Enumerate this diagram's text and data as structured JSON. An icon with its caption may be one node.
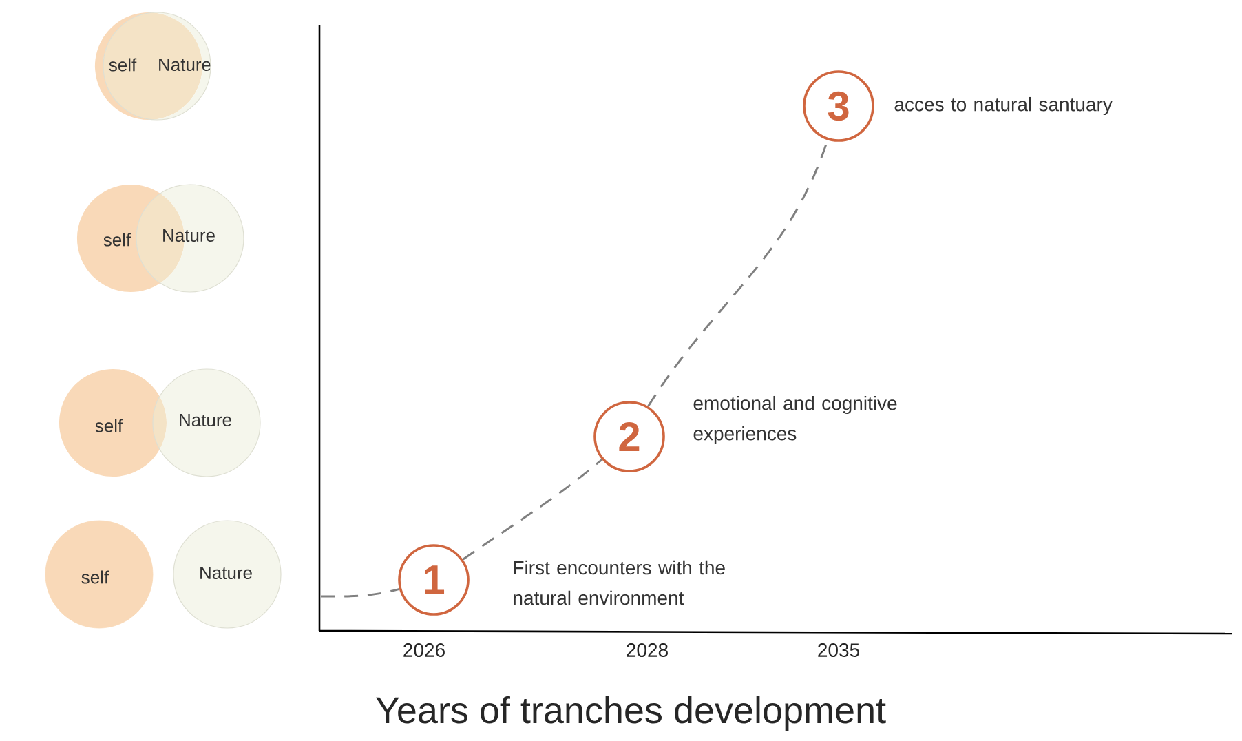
{
  "diagram": {
    "nodes": [
      {
        "text": [
          "self"
        ]
      },
      {
        "text": [
          "Nature"
        ]
      },
      {
        "text": [
          "self"
        ]
      },
      {
        "text": [
          "Nature"
        ]
      },
      {
        "text": [
          "self"
        ]
      },
      {
        "text": [
          "Nature"
        ]
      },
      {
        "text": [
          "self"
        ]
      },
      {
        "text": [
          "Nature"
        ]
      },
      {
        "text": [
          "1"
        ],
        "beside": [
          "First encounters with the natural environment"
        ]
      },
      {
        "text": [
          "2"
        ],
        "beside": [
          "emotional and cognitive experiences"
        ]
      },
      {
        "text": [
          "3"
        ],
        "beside": [
          "acces to natural santuary"
        ]
      }
    ],
    "edges": [
      {
        "from": null,
        "to": 8,
        "arrow": "none",
        "style": "dashed"
      },
      {
        "from": 8,
        "to": 9,
        "arrow": "none",
        "style": "dashed"
      },
      {
        "from": 9,
        "to": 10,
        "arrow": "none",
        "style": "dashed"
      }
    ],
    "labels": [
      "2026",
      "2028",
      "2035",
      "Years of tranches development"
    ]
  }
}
